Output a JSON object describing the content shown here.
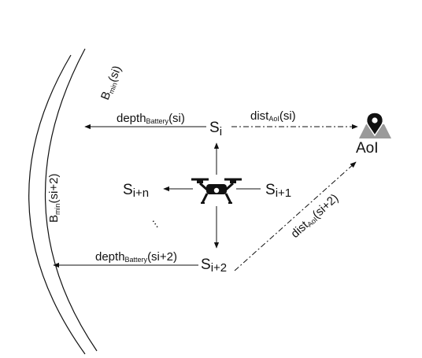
{
  "diagram": {
    "boundaries": {
      "outer": {
        "base": "B",
        "sub": "min",
        "arg": "(si)"
      },
      "inner": {
        "base": "B",
        "sub": "min",
        "arg": "(si+2)"
      }
    },
    "positions": {
      "si": {
        "base": "S",
        "sub": "i"
      },
      "si1": {
        "base": "S",
        "sub": "i+1"
      },
      "sin": {
        "base": "S",
        "sub": "i+n"
      },
      "si2": {
        "base": "S",
        "sub": "i+2"
      }
    },
    "ellipsis": "...",
    "aoi_label": "AoI",
    "depth_top": {
      "base": "depth",
      "sub": "Battery",
      "arg": "(si)"
    },
    "depth_bottom": {
      "base": "depth",
      "sub": "Battery",
      "arg": "(si+2)"
    },
    "dist_top": {
      "base": "dist",
      "sub": "AoI",
      "arg": "(si)"
    },
    "dist_bottom": {
      "base": "dist",
      "sub": "AoI",
      "arg": "(si+2)"
    },
    "icons": [
      "drone-icon",
      "map-pin-icon"
    ],
    "colors": {
      "stroke": "#111111",
      "pin": "#111111",
      "map": "#9a9a9a"
    }
  }
}
